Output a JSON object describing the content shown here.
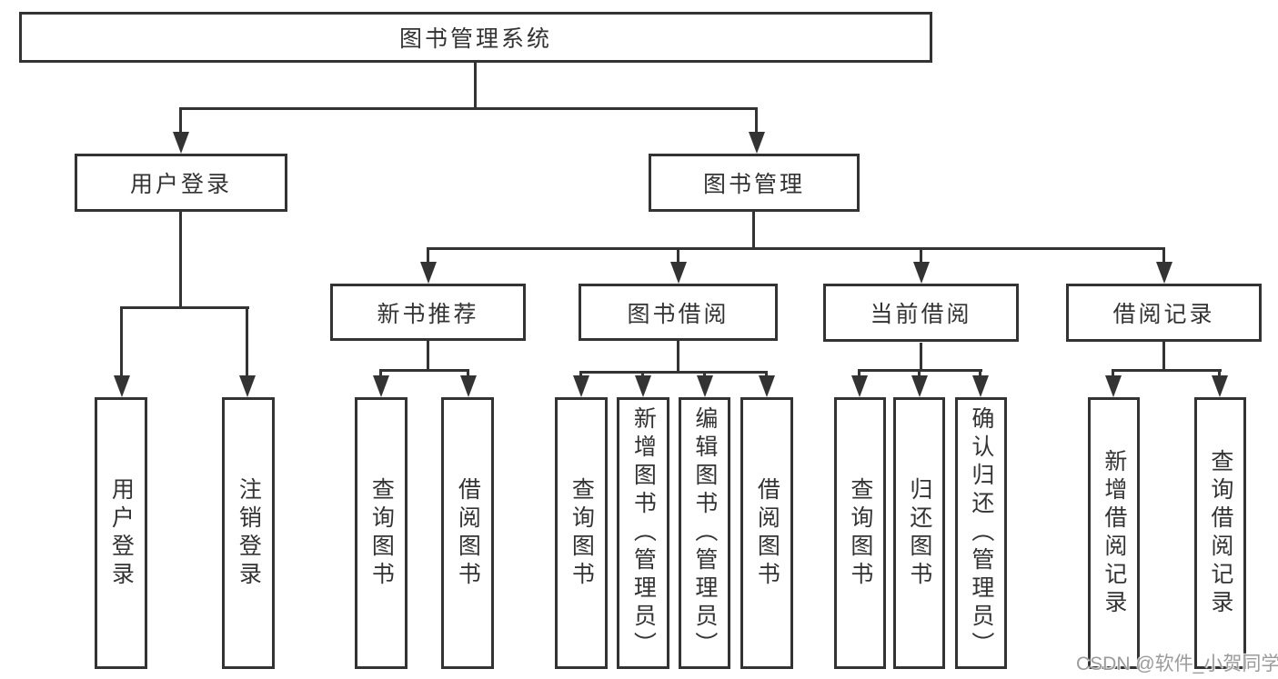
{
  "title": "图书管理系统",
  "colors": {
    "line": "#333333",
    "text": "#333333",
    "background": "#ffffff",
    "watermark": "#9b9b9b"
  },
  "tree": {
    "root": {
      "label": "图书管理系统"
    },
    "user_login": {
      "label": "用户登录",
      "children": [
        "用户登录",
        "注销登录"
      ]
    },
    "book_management": {
      "label": "图书管理"
    },
    "new_book_recommendation": {
      "label": "新书推荐",
      "children": [
        "查询图书",
        "借阅图书"
      ]
    },
    "book_borrowing": {
      "label": "图书借阅",
      "children": [
        "查询图书",
        "新增图书（管理员）",
        "编辑图书（管理员）",
        "借阅图书"
      ]
    },
    "current_borrowing": {
      "label": "当前借阅",
      "children": [
        "查询图书",
        "归还图书",
        "确认归还（管理员）"
      ]
    },
    "borrowing_records": {
      "label": "借阅记录",
      "children": [
        "新增借阅记录",
        "查询借阅记录"
      ]
    }
  },
  "watermark": "CSDN @软件_小贺同学"
}
